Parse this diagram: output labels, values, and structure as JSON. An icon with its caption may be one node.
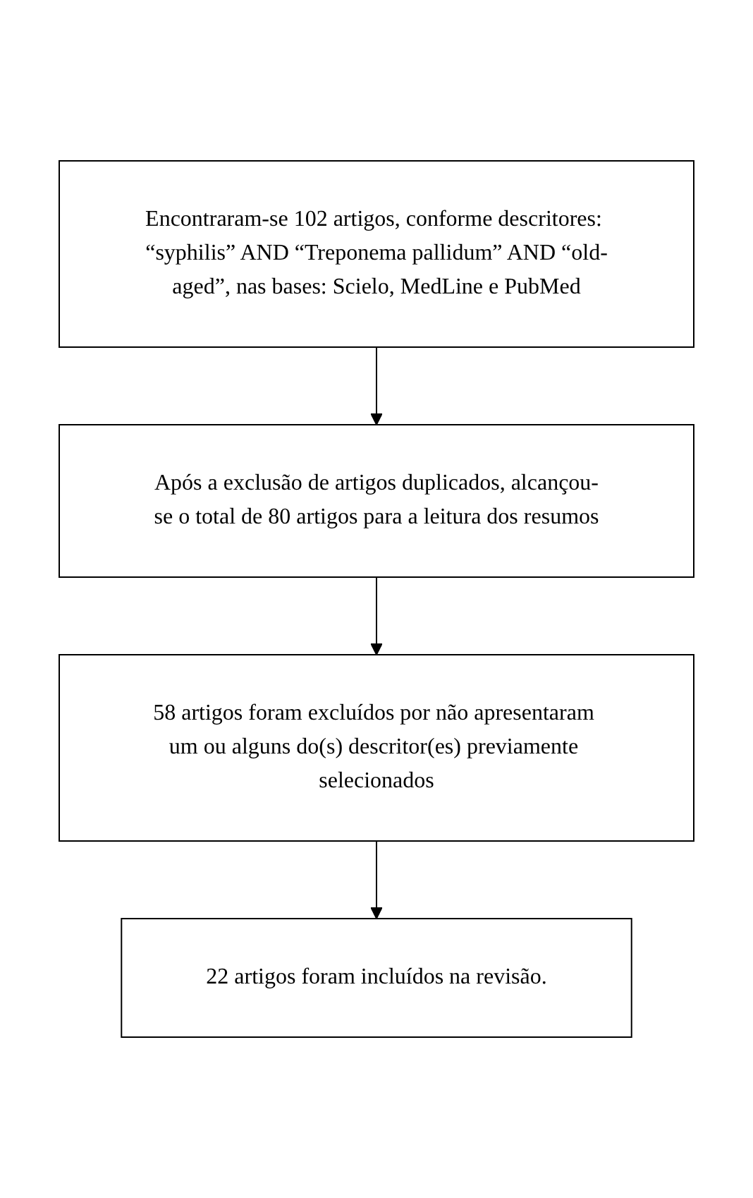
{
  "diagram": {
    "nodes": [
      {
        "text": [
          "Encontraram-se 102 artigos, conforme descritores: “syphilis” AND “Treponema pallidum” AND “old-aged”, nas bases: Scielo, MedLine e PubMed"
        ]
      },
      {
        "text": [
          "Após a exclusão de artigos duplicados, alcançou-se o total de 80 artigos para a leitura dos resumos"
        ]
      },
      {
        "text": [
          "58 artigos foram excluídos por não apresentaram um ou alguns do(s) descritor(es) previamente selecionados"
        ]
      },
      {
        "text": [
          "22 artigos foram incluídos na revisão."
        ]
      }
    ],
    "edges": [
      {
        "from": 0,
        "to": 1,
        "arrow": "to"
      },
      {
        "from": 1,
        "to": 2,
        "arrow": "to"
      },
      {
        "from": 2,
        "to": 3,
        "arrow": "to"
      }
    ]
  }
}
